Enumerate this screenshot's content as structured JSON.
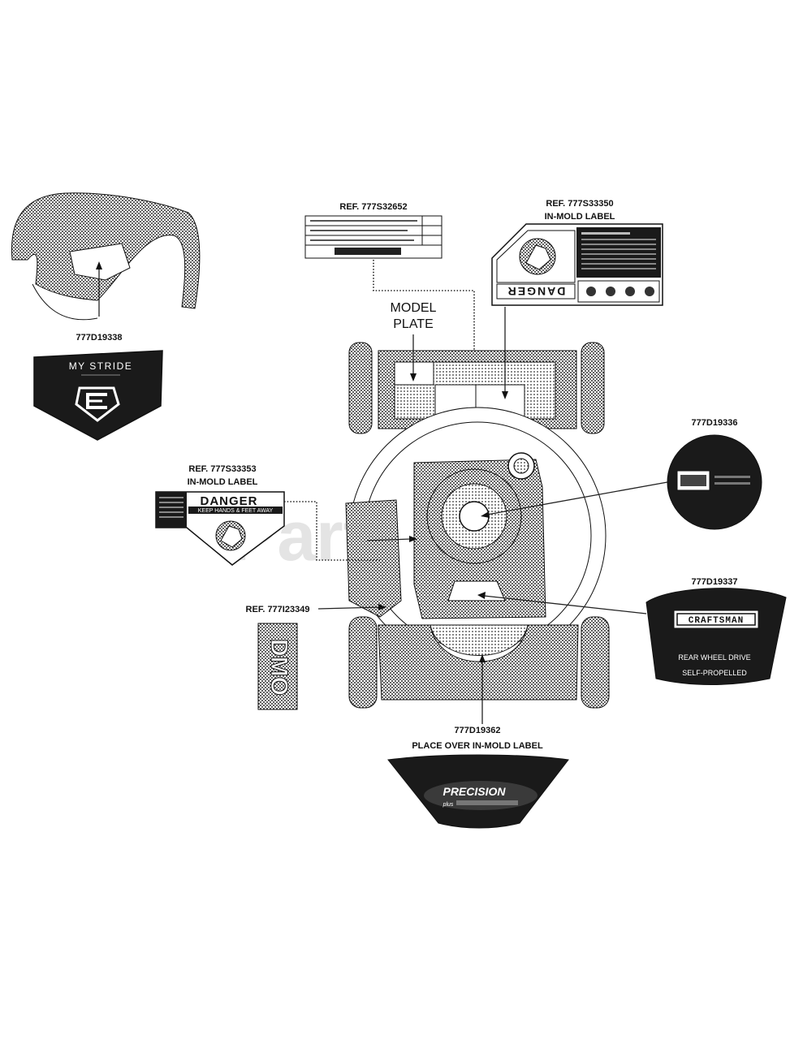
{
  "watermark": "PartsTree",
  "labels": {
    "ref_777s32652": "REF. 777S32652",
    "ref_777s33350": "REF. 777S33350",
    "in_mold_label_top": "IN-MOLD LABEL",
    "model": "MODEL",
    "plate": "PLATE",
    "part_777d19338": "777D19338",
    "part_777d19336": "777D19336",
    "ref_777s33353": "REF. 777S33353",
    "in_mold_label_left": "IN-MOLD LABEL",
    "part_777d19337": "777D19337",
    "ref_777i23349": "REF. 777I23349",
    "part_777d19362": "777D19362",
    "place_over": "PLACE OVER IN-MOLD LABEL"
  },
  "decals": {
    "my_stride": "MY STRIDE",
    "danger_large": "DANGER",
    "danger_left": "DANGER",
    "keep_hands": "KEEP HANDS & FEET AWAY",
    "craftsman": "CRAFTSMAN",
    "rear_wheel_drive": "REAR WHEEL DRIVE",
    "self_propelled": "SELF-PROPELLED",
    "precision": "PRECISION",
    "plus": "plus",
    "dmo": "DMO"
  },
  "colors": {
    "ink": "#111111",
    "decal_fill": "#1a1a1a",
    "watermark": "#cfcfcf"
  },
  "icons": [
    "hand-warning-icon",
    "craftsman-c-logo-icon",
    "arrow-icon"
  ]
}
